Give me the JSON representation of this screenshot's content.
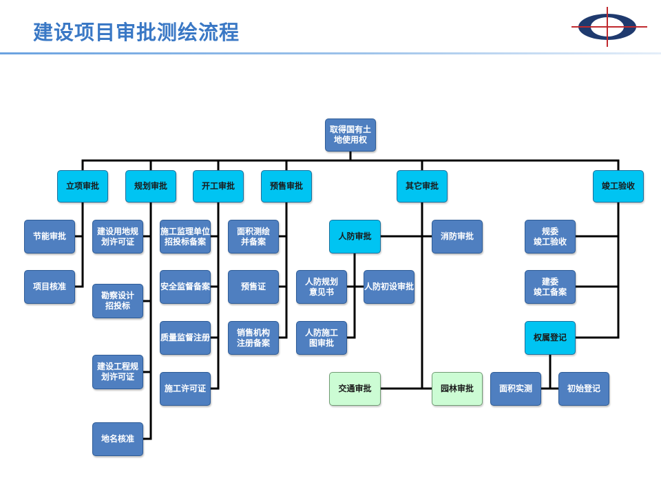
{
  "title": "建设项目审批测绘流程",
  "logo": {
    "icon": "crosshair-ellipse-logo",
    "colors": {
      "ring": "#1f3a6e",
      "cross": "#c0282d"
    }
  },
  "colors": {
    "dark": "#4f7fc0",
    "cyan": "#00c4f2",
    "green": "#ccfcd4",
    "line": "#000000"
  },
  "nodes": {
    "root": "取得国有土\n地使用权",
    "lixiang": "立项审批",
    "guihua": "规划审批",
    "kaigong": "开工审批",
    "yushou": "预售审批",
    "qita": "其它审批",
    "jungong": "竣工验收",
    "jieneng": "节能审批",
    "xiangmu": "项目核准",
    "jsyd": "建设用地规\n划许可证",
    "kancha": "勘察设计\n招投标",
    "jsgc": "建设工程规\n划许可证",
    "diming": "地名核准",
    "sgjl": "施工监理单位\n招投标备案",
    "aqjd": "安全监督备案",
    "zljd": "质量监督注册",
    "sgxk": "施工许可证",
    "mjch": "面积测绘\n并备案",
    "ysz": "预售证",
    "xsjg": "销售机构\n注册备案",
    "rfsp": "人防审批",
    "xfsp": "消防审批",
    "rfgh": "人防规划\n意见书",
    "rfcs": "人防初设审批",
    "rfsg": "人防施工\n图审批",
    "jtsp": "交通审批",
    "ylsp": "园林审批",
    "guiwei": "规委\n竣工验收",
    "jianwei": "建委\n竣工备案",
    "quanshu": "权属登记",
    "mjsc": "面积实测",
    "csdj": "初始登记"
  }
}
